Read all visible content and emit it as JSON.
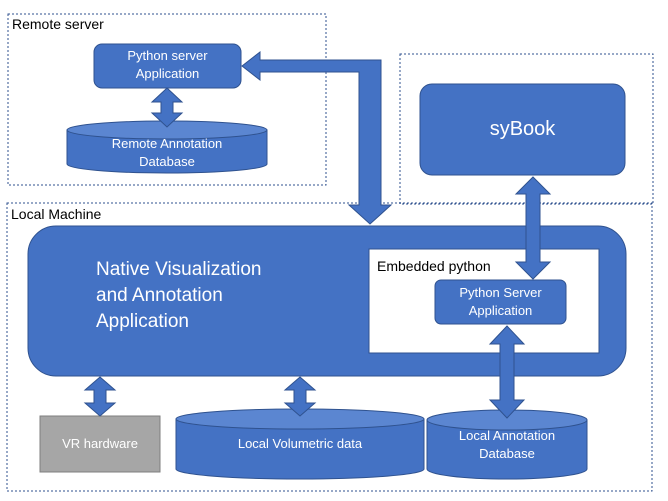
{
  "containers": {
    "remote_server": "Remote server",
    "local_machine": "Local Machine",
    "embedded_python": "Embedded python"
  },
  "nodes": {
    "python_server_remote": [
      "Python server",
      "Application"
    ],
    "remote_db": [
      "Remote Annotation",
      "Database"
    ],
    "sybook": "syBook",
    "native_app": [
      "Native Visualization",
      "and Annotation",
      "Application"
    ],
    "python_server_embedded": [
      "Python Server",
      "Application"
    ],
    "vr_hardware": "VR hardware",
    "local_volumetric": "Local Volumetric data",
    "local_annotation_db": [
      "Local Annotation",
      "Database"
    ]
  },
  "colors": {
    "node_fill": "#4472c4",
    "node_stroke": "#2f528f",
    "arrow_fill": "#4472c4",
    "vr_fill": "#a6a6a6",
    "vr_stroke": "#7f7f7f",
    "dotted_border": "#2f528f"
  }
}
